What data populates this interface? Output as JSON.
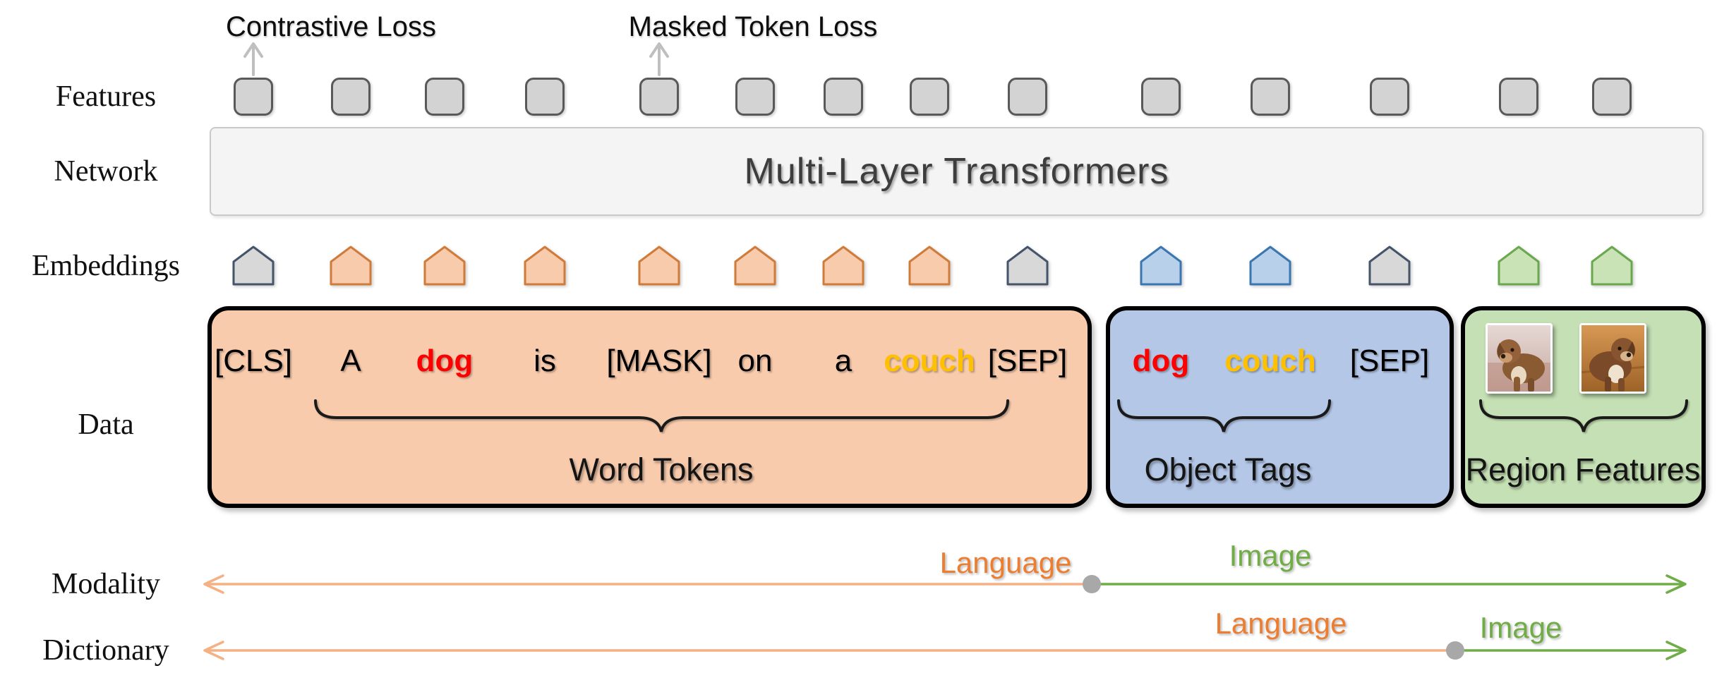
{
  "figure": {
    "losses": {
      "contrastive": "Contrastive Loss",
      "masked": "Masked Token Loss"
    },
    "rows": {
      "features": "Features",
      "network": "Network",
      "embeddings": "Embeddings",
      "data": "Data",
      "modality": "Modality",
      "dictionary": "Dictionary"
    },
    "network": {
      "label": "Multi-Layer Transformers"
    },
    "feature_count": 14,
    "embedding_colors": [
      "gray",
      "orange",
      "orange",
      "orange",
      "orange",
      "orange",
      "orange",
      "orange",
      "gray",
      "blue",
      "blue",
      "gray",
      "green",
      "green"
    ],
    "groups": {
      "word_tokens": {
        "label": "Word Tokens",
        "tokens": [
          {
            "text": "[CLS]",
            "color": "#000000"
          },
          {
            "text": "A",
            "color": "#000000"
          },
          {
            "text": "dog",
            "color": "#ff0000"
          },
          {
            "text": "is",
            "color": "#000000"
          },
          {
            "text": "[MASK]",
            "color": "#000000"
          },
          {
            "text": "on",
            "color": "#000000"
          },
          {
            "text": "a",
            "color": "#000000"
          },
          {
            "text": "couch",
            "color": "#ffc000"
          },
          {
            "text": "[SEP]",
            "color": "#000000"
          }
        ]
      },
      "object_tags": {
        "label": "Object Tags",
        "tokens": [
          {
            "text": "dog",
            "color": "#ff0000"
          },
          {
            "text": "couch",
            "color": "#ffc000"
          },
          {
            "text": "[SEP]",
            "color": "#000000"
          }
        ]
      },
      "region_features": {
        "label": "Region Features",
        "image_names": [
          "dog-photo-1",
          "dog-photo-2"
        ]
      }
    },
    "axes": {
      "modality": {
        "language": "Language",
        "image": "Image"
      },
      "dictionary": {
        "language": "Language",
        "image": "Image"
      }
    },
    "colors": {
      "token_red": "#ff0000",
      "token_gold": "#ffc000",
      "language_orange": "#ed7d31",
      "language_line": "#f4b183",
      "image_green": "#70ad47",
      "word_box_fill": "#f8cbad",
      "tag_box_fill": "#b4c7e7",
      "region_box_fill": "#c5e0b4",
      "feature_fill": "#d3d3d3",
      "network_fill": "#f4f4f4",
      "axis_dot_gray": "#a8a8a8"
    }
  }
}
